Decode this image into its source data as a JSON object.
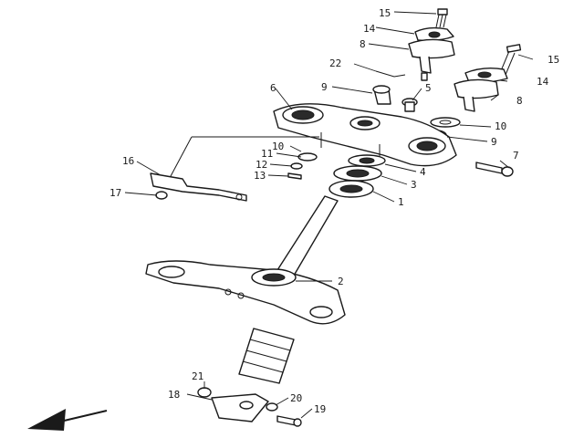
{
  "callouts": [
    {
      "id": "c1",
      "text": "15"
    },
    {
      "id": "c2",
      "text": "14"
    },
    {
      "id": "c3",
      "text": "8"
    },
    {
      "id": "c4",
      "text": "22"
    },
    {
      "id": "c5",
      "text": "9"
    },
    {
      "id": "c6",
      "text": "5"
    },
    {
      "id": "c7",
      "text": "15"
    },
    {
      "id": "c8",
      "text": "14"
    },
    {
      "id": "c9",
      "text": "8"
    },
    {
      "id": "c10",
      "text": "6"
    },
    {
      "id": "c11",
      "text": "10"
    },
    {
      "id": "c12",
      "text": "9"
    },
    {
      "id": "c13",
      "text": "10"
    },
    {
      "id": "c14",
      "text": "11"
    },
    {
      "id": "c15",
      "text": "12"
    },
    {
      "id": "c16",
      "text": "13"
    },
    {
      "id": "c17",
      "text": "16"
    },
    {
      "id": "c18",
      "text": "17"
    },
    {
      "id": "c19",
      "text": "7"
    },
    {
      "id": "c20",
      "text": "4"
    },
    {
      "id": "c21",
      "text": "3"
    },
    {
      "id": "c22",
      "text": "1"
    },
    {
      "id": "c23",
      "text": "2"
    },
    {
      "id": "c24",
      "text": "21"
    },
    {
      "id": "c25",
      "text": "18"
    },
    {
      "id": "c26",
      "text": "20"
    },
    {
      "id": "c27",
      "text": "19"
    }
  ],
  "icons": {
    "direction_arrow": "front-direction-arrow-icon"
  }
}
